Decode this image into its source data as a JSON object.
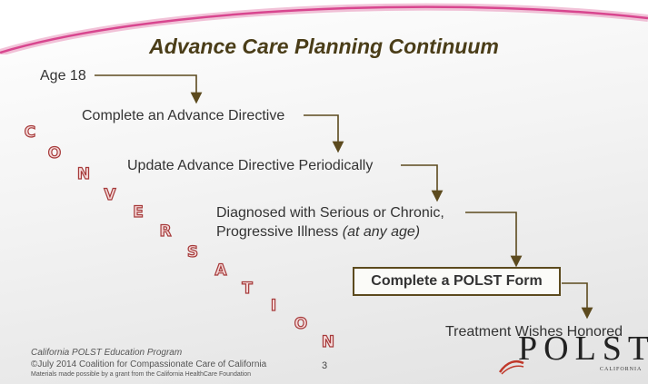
{
  "title": "Advance Care Planning Continuum",
  "steps": [
    {
      "label": "Age 18"
    },
    {
      "label": "Complete an Advance Directive"
    },
    {
      "label": "Update Advance Directive Periodically"
    },
    {
      "label": "Diagnosed with Serious or Chronic,",
      "label_line2": "Progressive Illness",
      "label_line2_italic": "(at any age)"
    },
    {
      "label": "Complete a POLST Form"
    },
    {
      "label": "Treatment Wishes Honored"
    }
  ],
  "conversation_letters": [
    "C",
    "O",
    "N",
    "V",
    "E",
    "R",
    "S",
    "A",
    "T",
    "I",
    "O",
    "N"
  ],
  "footer": {
    "program": "California POLST Education Program",
    "copyright": "©July 2014 Coalition for Compassionate Care of California",
    "grant": "Materials made possible by a grant from the California HealthCare Foundation"
  },
  "page_number": "3",
  "logo": {
    "word": "POLST",
    "sub": "CALIFORNIA"
  },
  "colors": {
    "title": "#4a3d18",
    "connector": "#5c4a1e",
    "conversation_fill": "#f5d9d9",
    "conversation_outline": "#a63a3a",
    "accent_curve": "#e0569c"
  }
}
